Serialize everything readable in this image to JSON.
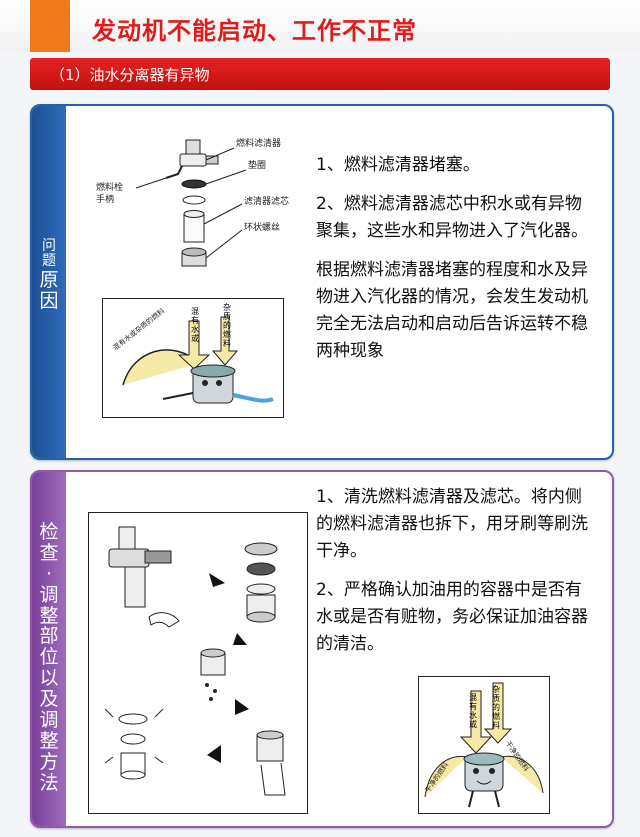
{
  "title": "发动机不能启动、工作不正常",
  "subtitle": "（1）油水分离器有异物",
  "problem_panel": {
    "side_label_small": [
      "问",
      "题"
    ],
    "side_label_big": [
      "原",
      "因"
    ],
    "diagram_labels": {
      "fuel_filter": "燃料滤清器",
      "gasket": "垫圈",
      "filter_element": "滤清器滤芯",
      "ring_nut": "环状螺丝",
      "plug_handle_1": "燃料栓",
      "plug_handle_2": "手柄"
    },
    "cartoon_labels": {
      "impure_fuel": [
        "杂",
        "质",
        "的",
        "燃",
        "料"
      ],
      "mixed_water": [
        "混",
        "有",
        "水",
        "或"
      ],
      "mixed_curve": "混有水或杂质的燃料"
    },
    "items": [
      "1、燃料滤清器堵塞。",
      "2、燃料滤清器滤芯中积水或有异物聚集，这些水和异物进入了汽化器。",
      "根据燃料滤清器堵塞的程度和水及异物进入汽化器的情况，会发生发动机完全无法启动和启动后告诉运转不稳两种现象"
    ]
  },
  "solution_panel": {
    "side_label_big_1": [
      "检",
      "查"
    ],
    "side_label_dot": "·",
    "side_label_big_2": [
      "调",
      "整",
      "部",
      "位",
      "以",
      "及",
      "调",
      "整",
      "方",
      "法"
    ],
    "cartoon_labels": {
      "impure_fuel": [
        "杂",
        "质",
        "的",
        "燃",
        "料"
      ],
      "mixed_water": [
        "混",
        "有",
        "水",
        "或"
      ],
      "clean_fuel_left": "干净的燃料",
      "clean_fuel_right": "干净的燃料"
    },
    "items": [
      "1、清洗燃料滤清器及滤芯。将内侧的燃料滤清器也拆下，用牙刷等刷洗干净。",
      "2、严格确认加油用的容器中是否有水或是否有赃物，务必保证加油容器的清洁。"
    ]
  },
  "colors": {
    "title_red": "#e01b1b",
    "accent_orange": "#f07a1b",
    "banner_red": "#d41a1a",
    "problem_blue": "#2660a8",
    "solution_purple": "#8d5ca6"
  }
}
